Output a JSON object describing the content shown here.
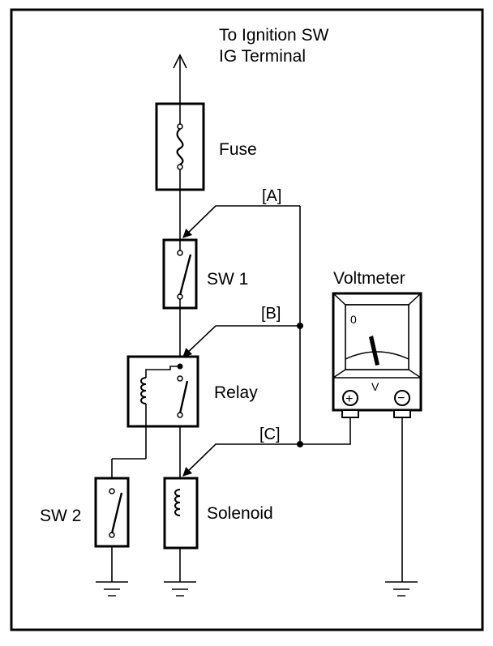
{
  "diagram": {
    "source_label_line1": "To Ignition SW",
    "source_label_line2": "IG Terminal",
    "fuse_label": "Fuse",
    "sw1_label": "SW 1",
    "relay_label": "Relay",
    "solenoid_label": "Solenoid",
    "sw2_label": "SW 2",
    "voltmeter_label": "Voltmeter",
    "point_a_label": "[A]",
    "point_b_label": "[B]",
    "point_c_label": "[C]",
    "meter_zero_label": "0",
    "meter_unit_label": "V",
    "meter_positive_symbol": "+",
    "meter_negative_symbol": "−"
  }
}
